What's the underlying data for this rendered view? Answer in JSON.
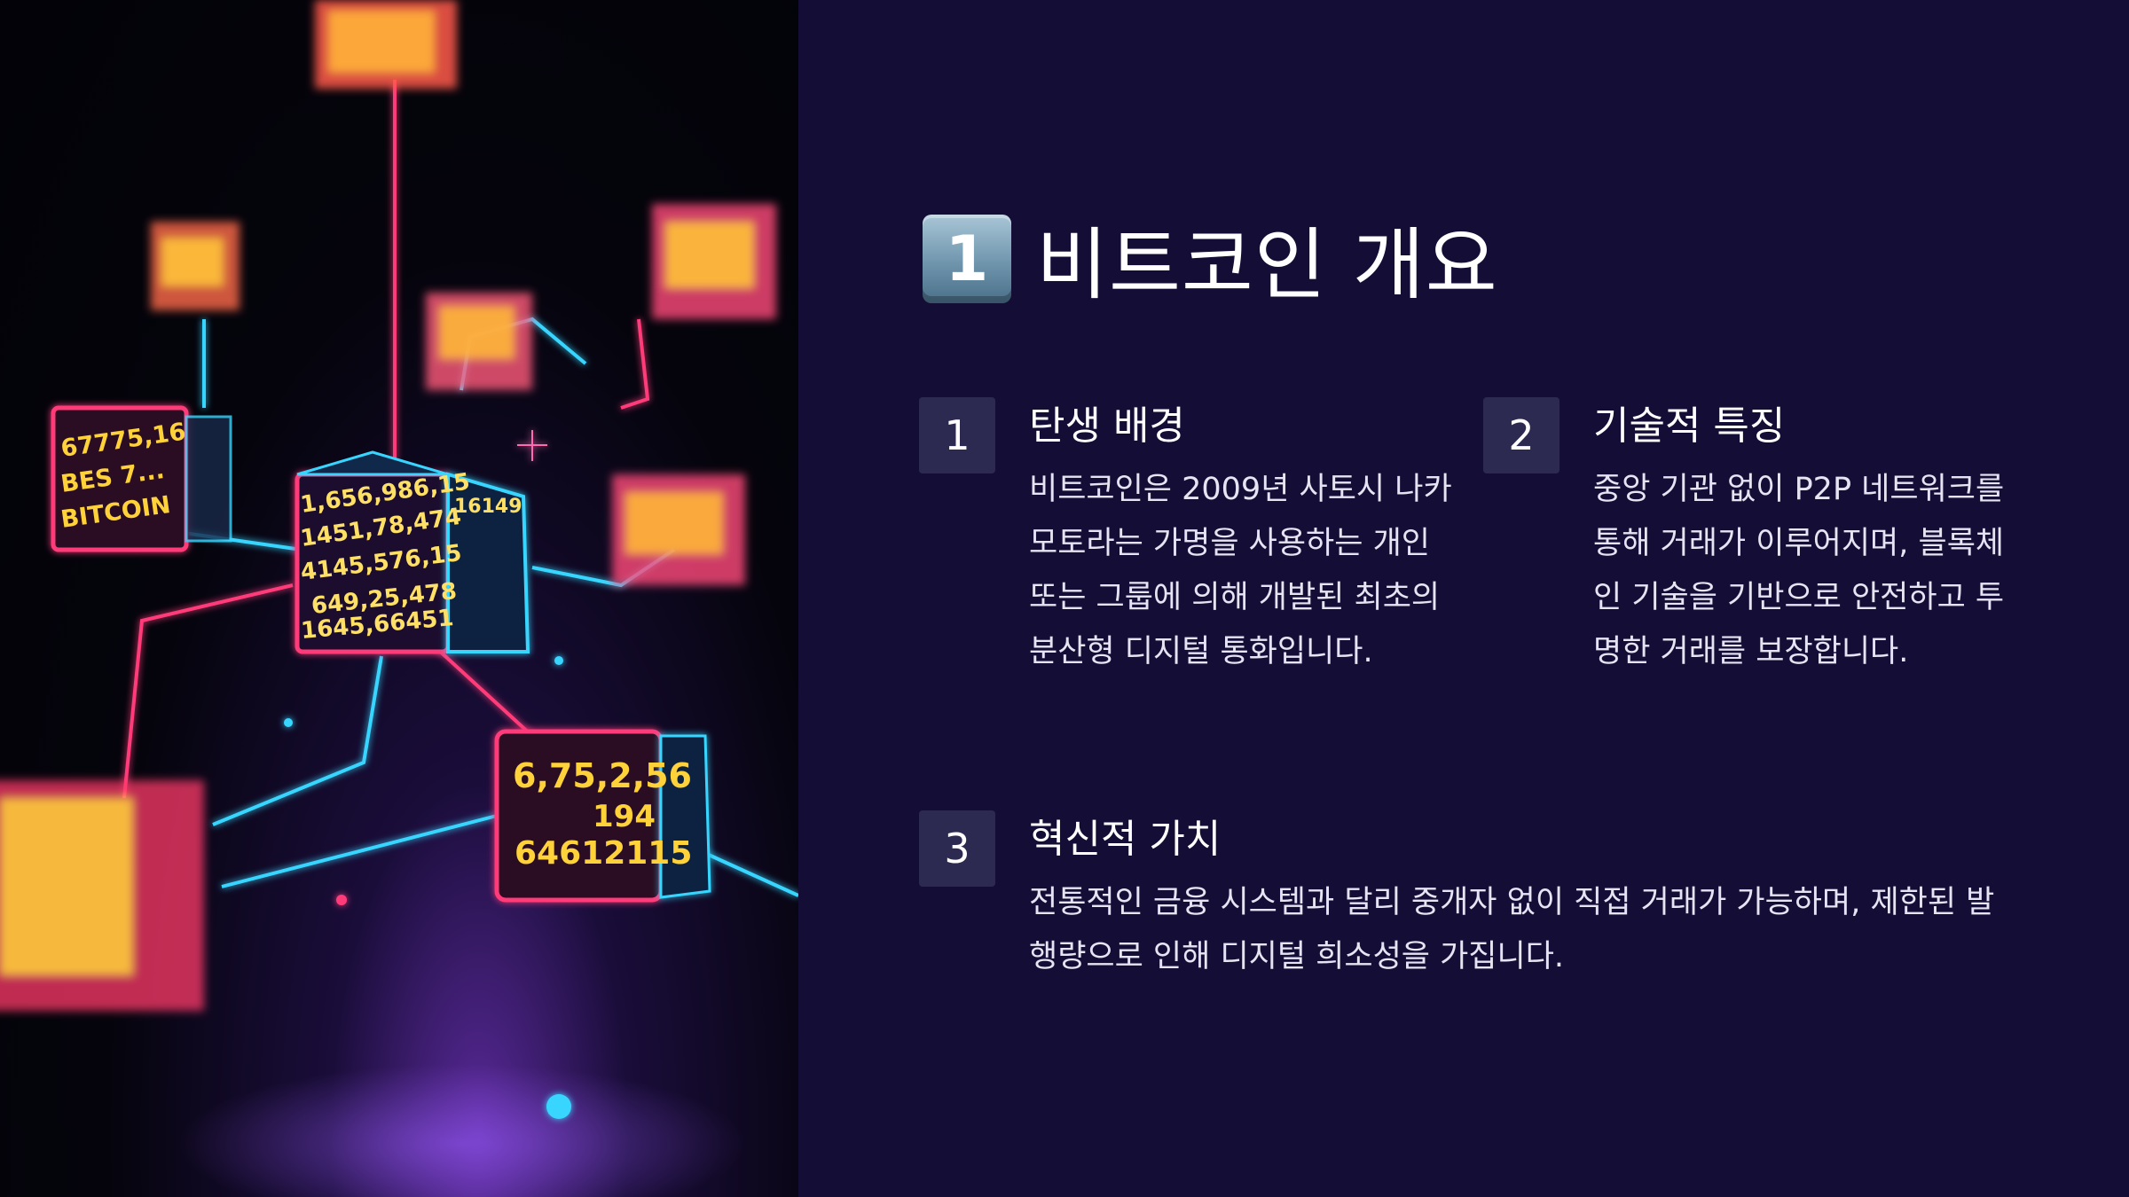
{
  "hero": {
    "cubes": [
      {
        "lines": [
          "1,656,986,15",
          "1451,78,474",
          "4145,576,15",
          "649,25,478",
          "1645,66451"
        ],
        "side": "16149"
      },
      {
        "lines": [
          "6,75,2,56",
          "194",
          "64612115"
        ]
      },
      {
        "lines": [
          "67775,16",
          "BES 7...",
          "BITCOIN"
        ]
      }
    ]
  },
  "slide": {
    "title_badge": "1",
    "title": "비트코인 개요",
    "items": [
      {
        "number": "1",
        "title": "탄생 배경",
        "body": "비트코인은 2009년 사토시 나카모토라는 가명을 사용하는 개인 또는 그룹에 의해 개발된 최초의 분산형 디지털 통화입니다."
      },
      {
        "number": "2",
        "title": "기술적 특징",
        "body": "중앙 기관 없이 P2P 네트워크를 통해 거래가 이루어지며, 블록체인 기술을 기반으로 안전하고 투명한 거래를 보장합니다."
      },
      {
        "number": "3",
        "title": "혁신적 가치",
        "body": "전통적인 금융 시스템과 달리 중개자 없이 직접 거래가 가능하며, 제한된 발행량으로 인해 디지털 희소성을 가집니다."
      }
    ]
  },
  "colors": {
    "background": "#140d36",
    "number_box": "#2d2a52",
    "neon_pink": "#ff3b7a",
    "neon_cyan": "#38d6ff",
    "neon_yellow": "#ffd23a"
  }
}
